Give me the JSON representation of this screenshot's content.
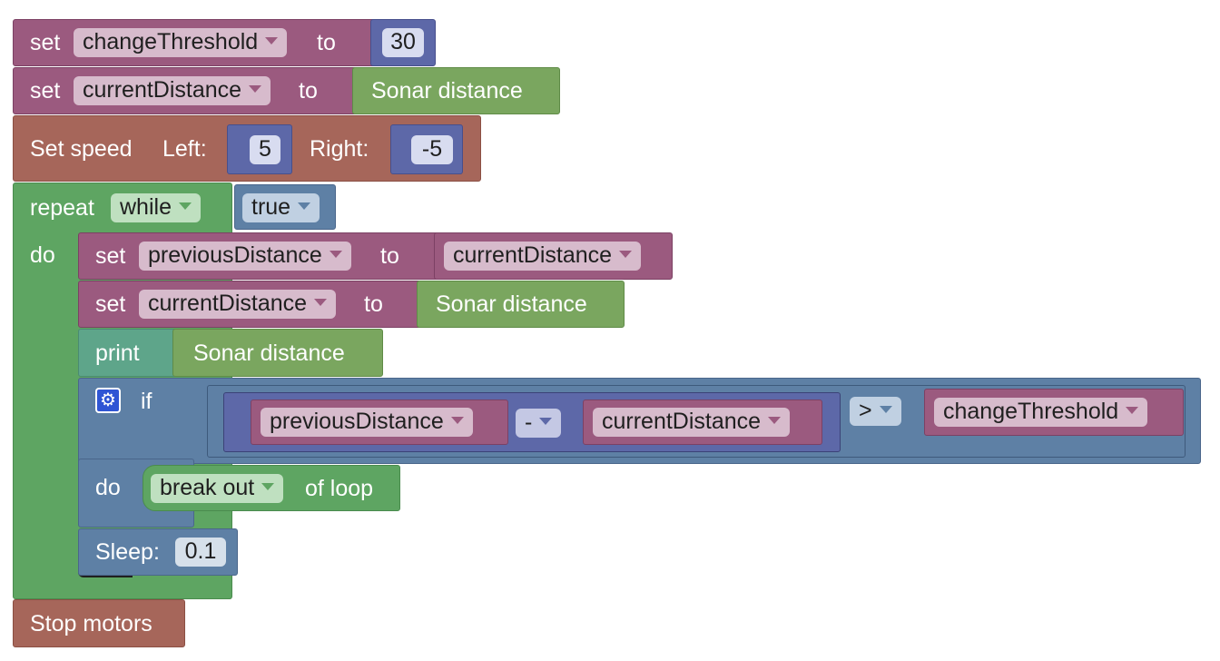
{
  "blocks": {
    "set1": {
      "kw_set": "set",
      "var": "changeThreshold",
      "kw_to": "to",
      "value": "30"
    },
    "set2": {
      "kw_set": "set",
      "var": "currentDistance",
      "kw_to": "to",
      "value": "Sonar distance"
    },
    "speed": {
      "label": "Set speed",
      "left_label": "Left:",
      "left_value": "5",
      "right_label": "Right:",
      "right_value": "-5"
    },
    "repeat": {
      "kw": "repeat",
      "mode": "while",
      "cond": "true",
      "do": "do"
    },
    "set3": {
      "kw_set": "set",
      "var": "previousDistance",
      "kw_to": "to",
      "value": "currentDistance"
    },
    "set4": {
      "kw_set": "set",
      "var": "currentDistance",
      "kw_to": "to",
      "value": "Sonar distance"
    },
    "print": {
      "kw": "print",
      "value": "Sonar distance"
    },
    "if": {
      "kw_if": "if",
      "a": "previousDistance",
      "op": "-",
      "b": "currentDistance",
      "cmp": ">",
      "c": "changeThreshold",
      "kw_do": "do"
    },
    "break": {
      "mode": "break out",
      "suffix": "of loop"
    },
    "sleep": {
      "label": "Sleep:",
      "value": "0.1"
    },
    "stop": {
      "label": "Stop motors"
    }
  }
}
